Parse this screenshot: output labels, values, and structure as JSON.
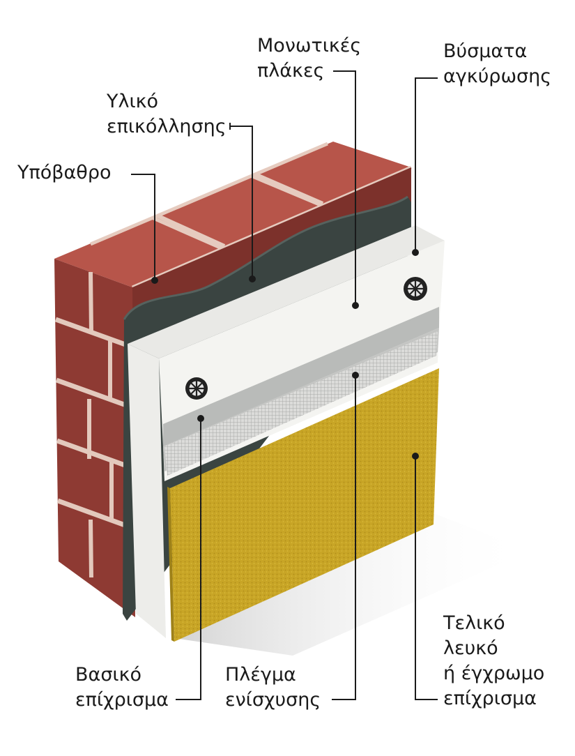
{
  "colors": {
    "brick": "#8e3a33",
    "brick_dark": "#6e2b25",
    "mortar": "#e3c9bd",
    "adhesive": "#3a4441",
    "insulation": "#f1f1ef",
    "base_coat": "#b9bbb9",
    "mesh": "#d6d7d5",
    "finish": "#c9a92a",
    "leader": "#1a1a1a"
  },
  "labels": {
    "substrate": {
      "lines": [
        "Υπόβαθρο"
      ]
    },
    "adhesive": {
      "lines": [
        "Υλικό",
        "επικόλλησης"
      ]
    },
    "boards": {
      "lines": [
        "Μονωτικές",
        "πλάκες"
      ]
    },
    "anchors": {
      "lines": [
        "Βύσματα",
        "αγκύρωσης"
      ]
    },
    "base_coat": {
      "lines": [
        "Βασικό",
        "επίχρισμα"
      ]
    },
    "mesh": {
      "lines": [
        "Πλέγμα",
        "ενίσχυσης"
      ]
    },
    "finish": {
      "lines": [
        "Τελικό",
        "λευκό",
        "ή έγχρωμο",
        "επίχρισμα"
      ]
    }
  }
}
